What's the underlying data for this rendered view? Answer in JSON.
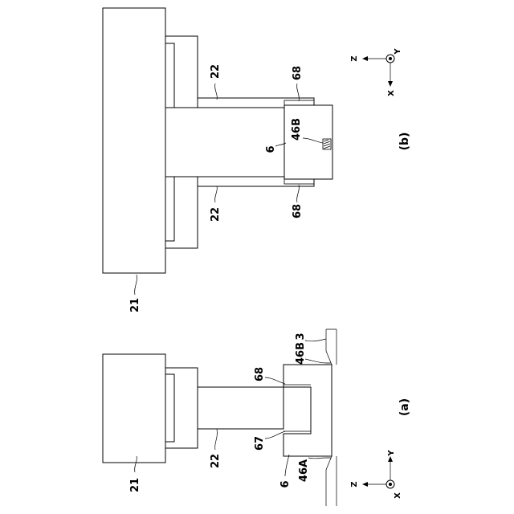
{
  "panel_a": {
    "caption": "(a)",
    "labels": {
      "base": "21",
      "arm": "22",
      "body": "6",
      "slot_67": "67",
      "slot_68": "68",
      "sensor_a": "46A",
      "sensor_b": "46B",
      "pipe": "3"
    },
    "axes": {
      "z": "Z",
      "y": "Y",
      "x": "X"
    }
  },
  "panel_b": {
    "caption": "(b)",
    "labels": {
      "base": "21",
      "arm_upper": "22",
      "arm_lower": "22",
      "body": "6",
      "sensor_b": "46B",
      "slot_upper": "68",
      "slot_lower": "68"
    },
    "axes": {
      "z": "Z",
      "y": "Y",
      "x": "X"
    }
  }
}
